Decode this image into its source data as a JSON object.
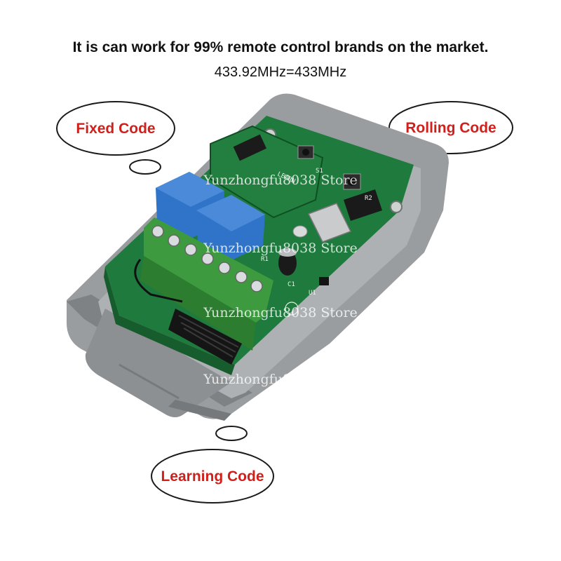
{
  "headline": {
    "line1": "It is can work for 99% remote control brands on the market.",
    "line2": "433.92MHz=433MHz"
  },
  "bubbles": {
    "fixed": "Fixed Code",
    "rolling": "Rolling Code",
    "learning": "Learning Code"
  },
  "watermark": "Yunzhongfu8038 Store",
  "board_silkscreen": {
    "learn": "LEARN",
    "s1": "S1",
    "r1": "R1",
    "r2": "R2",
    "c1": "C1",
    "u1": "U1"
  },
  "colors": {
    "housing": "#8e9194",
    "board": "#1f7a3d",
    "relay": "#2f74c8",
    "terminal": "#3d9a3f",
    "bubble_text": "#d0201c"
  }
}
